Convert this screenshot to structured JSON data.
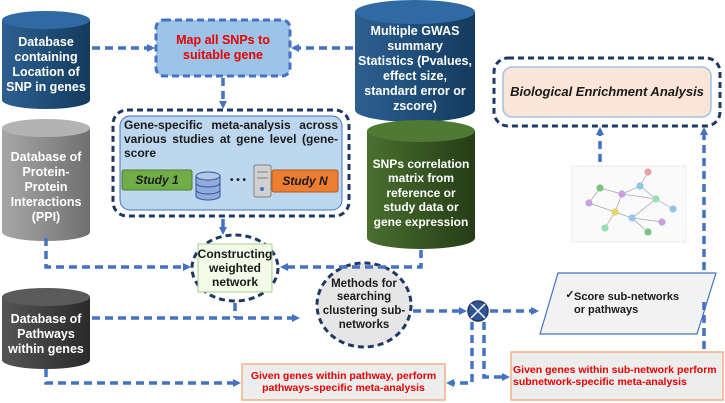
{
  "nodes": {
    "db_snp_location": "Database containing Location of SNP in genes",
    "map_snps": "Map all SNPs to suitable gene",
    "gwas_stats": "Multiple GWAS summary Statistics (Pvalues, effect size, standard error or zscore)",
    "bio_enrichment": "Biological Enrichment Analysis",
    "gene_meta": "Gene-specific meta-analysis across various studies at gene level (gene-score",
    "study_1": "Study 1",
    "ellipsis": "• • •",
    "study_n": "Study N",
    "db_ppi": "Database of Protein-Protein Interactions (PPI)",
    "snp_correlation": "SNPs correlation matrix from reference or study data or gene expression",
    "constructing_network": "Constructing weighted network",
    "db_pathways": "Database of Pathways within genes",
    "methods_clustering": "Methods for searching clustering sub-networks",
    "score_subnetworks": "Score sub-networks or pathways",
    "pathway_meta": "Given genes within pathway, perform pathways-specific meta-analysis",
    "subnetwork_meta": "Given genes within sub-network perform subnetwork-specific meta-analysis"
  },
  "colors": {
    "arrow": "#4472c4",
    "navy_cylinder": "#1f4e79",
    "gray_cylinder": "#8c8c8c",
    "dark_cylinder": "#3f3f3f",
    "green_cylinder": "#375623",
    "study1_green": "#70ad47",
    "studyN_orange": "#ed7d31",
    "map_fill": "#9dc3e6",
    "enrich_fill": "#fbe5d6",
    "highlight_red": "#e60000"
  },
  "icons": [
    "database-icon",
    "server-icon",
    "checkmark-icon",
    "network-graph-icon",
    "combine-node-icon"
  ]
}
